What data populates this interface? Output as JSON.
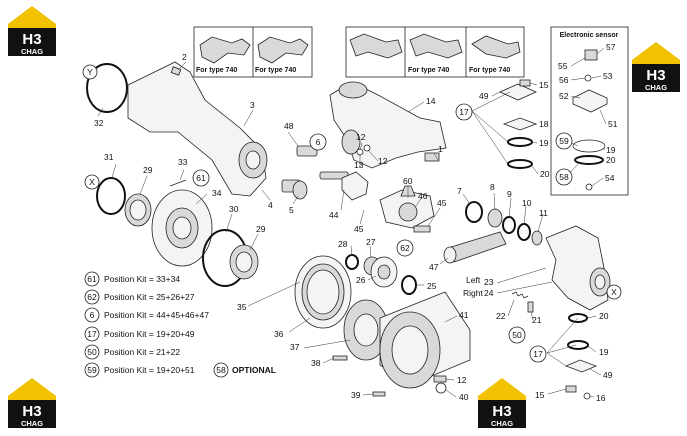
{
  "logo": {
    "letters": "H3",
    "name": "CHAG",
    "colors": {
      "roof": "#f2c200",
      "body": "#111111",
      "text": "#ffffff"
    }
  },
  "captions": {
    "type740_a": "For type 740",
    "type740_b": "For type 740",
    "type740_c": "For type 740",
    "type740_d": "For type 740"
  },
  "sensor_box": {
    "title": "Electronic sensor"
  },
  "callouts": {
    "n1": "1",
    "n2": "2",
    "n3": "3",
    "n4": "4",
    "n5": "5",
    "n6": "6",
    "n7": "7",
    "n8": "8",
    "n9": "9",
    "n10": "10",
    "n11": "11",
    "n12": "12",
    "n12b": "12",
    "n13": "13",
    "n14": "14",
    "n15": "15",
    "n15b": "15",
    "n16": "16",
    "n17": "17",
    "n17b": "17",
    "n18": "18",
    "n19": "19",
    "n19b": "19",
    "n20": "20",
    "n20b": "20",
    "n20c": "20",
    "n21": "21",
    "n22": "22",
    "n23": "23",
    "n24": "24",
    "n25": "25",
    "n26": "26",
    "n27": "27",
    "n28": "28",
    "n29": "29",
    "n29b": "29",
    "n30": "30",
    "n31": "31",
    "n32": "32",
    "n33": "33",
    "n34": "34",
    "n35": "35",
    "n36": "36",
    "n37": "37",
    "n38": "38",
    "n39": "39",
    "n40": "40",
    "n41": "41",
    "n44": "44",
    "n45": "45",
    "n46": "46",
    "n47": "47",
    "n48": "48",
    "n49": "49",
    "n49b": "49",
    "n50": "50",
    "n51": "51",
    "n52": "52",
    "n53": "53",
    "n54": "54",
    "n55": "55",
    "n56": "56",
    "n57": "57",
    "n58": "58",
    "n59": "59",
    "n60": "60",
    "n61": "61",
    "n62": "62",
    "left": "Left",
    "right": "Right",
    "x": "X",
    "y": "Y"
  },
  "kits": [
    {
      "id": "61",
      "text": "Position Kit = 33+34"
    },
    {
      "id": "62",
      "text": "Position Kit = 25+26+27"
    },
    {
      "id": "6",
      "text": "Position Kit = 44+45+46+47"
    },
    {
      "id": "17",
      "text": "Position Kit = 19+20+49"
    },
    {
      "id": "50",
      "text": "Position Kit = 21+22"
    },
    {
      "id": "59",
      "text": "Position Kit = 19+20+51"
    }
  ],
  "optional": {
    "id": "58",
    "text": "OPTIONAL"
  }
}
